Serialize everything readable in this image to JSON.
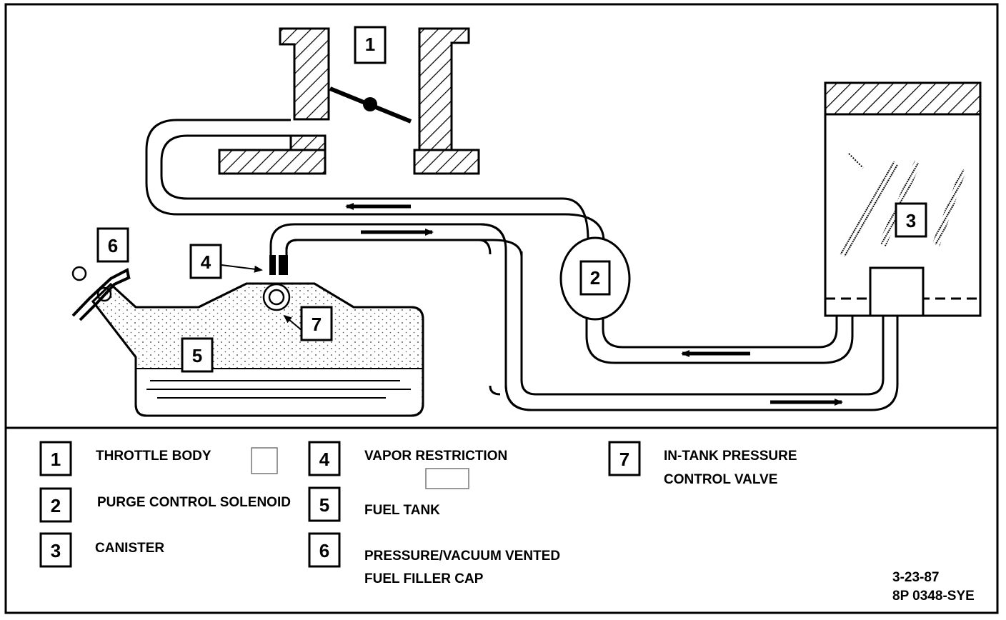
{
  "callouts": {
    "throttle_body": "1",
    "purge_solenoid": "2",
    "canister": "3",
    "vapor_restriction": "4",
    "fuel_tank": "5",
    "filler_cap": "6",
    "pressure_valve": "7"
  },
  "legend": {
    "items": [
      {
        "num": "1",
        "text": "THROTTLE BODY"
      },
      {
        "num": "2",
        "text": "PURGE CONTROL SOLENOID"
      },
      {
        "num": "3",
        "text": "CANISTER"
      },
      {
        "num": "4",
        "text": "VAPOR RESTRICTION"
      },
      {
        "num": "5",
        "text": "FUEL TANK"
      },
      {
        "num": "6",
        "text": "PRESSURE/VACUUM VENTED",
        "text2": "FUEL FILLER CAP"
      },
      {
        "num": "7",
        "text": "IN-TANK PRESSURE",
        "text2": "CONTROL VALVE"
      }
    ]
  },
  "footer": {
    "date": "3-23-87",
    "code": "8P 0348-SYE"
  }
}
